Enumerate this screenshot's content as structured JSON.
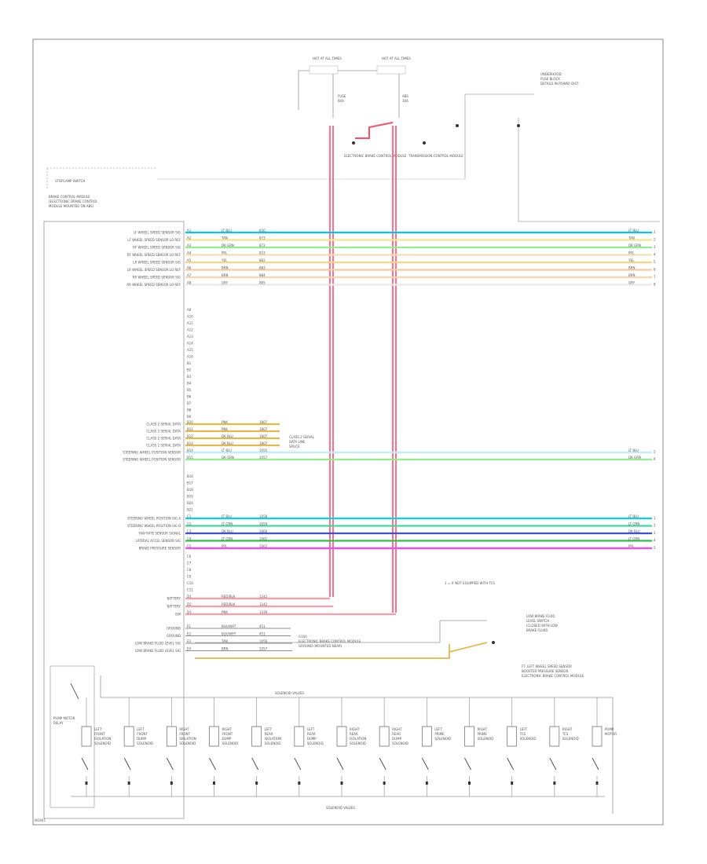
{
  "diagram": {
    "module_label": [
      "BRAKE CONTROL MODULE",
      "(ELECTRONIC BRAKE CONTROL",
      "MODULE MOUNTED ON ABS)"
    ],
    "top_fuse_labels": [
      "HOT AT ALL TIMES",
      "HOT AT ALL TIMES"
    ],
    "relay_label": [
      "UNDERHOOD",
      "FUSE BLOCK",
      "DETAILS IN POWER DIST."
    ],
    "fuse_1": [
      "FUSE",
      "60A"
    ],
    "fuse_2": [
      "ABS",
      "30A"
    ],
    "ground_labels": [
      "ELECTRONIC BRAKE CONTROL MODULE",
      "TRANSMISSION CONTROL MODULE"
    ],
    "stoplamp_switch": "STOPLAMP SWITCH",
    "footnote": "1 = IF NOT EQUIPPED WITH TCS",
    "brake_fluid_switch": [
      "LOW BRAKE FLUID",
      "LEVEL SWITCH",
      "(CLOSED WITH LOW",
      "BRAKE FLUID)"
    ],
    "front_sensor_label": [
      "FT. LEFT WHEEL SPEED SENSOR",
      "BOOSTER PRESSURE SENSOR",
      "ELECTRONIC BRAKE CONTROL MODULE"
    ],
    "solenoid_box_label": "SOLENOID VALVES",
    "left_pins": [
      {
        "label": "LF WHEEL SPEED SENSOR SIG",
        "pin": "A1",
        "wire": "LT BLU",
        "circuit": "830",
        "color": "#00c8e6"
      },
      {
        "label": "LF WHEEL SPEED SENSOR LO REF",
        "pin": "A2",
        "wire": "TAN",
        "circuit": "873",
        "color": "#f0e68c"
      },
      {
        "label": "RF WHEEL SPEED SENSOR SIG",
        "pin": "A3",
        "wire": "DK GRN",
        "circuit": "872",
        "color": "#90ee90"
      },
      {
        "label": "RF WHEEL SPEED SENSOR LO REF",
        "pin": "A4",
        "wire": "PPL",
        "circuit": "833",
        "color": "#f5deb3"
      },
      {
        "label": "LR WHEEL SPEED SENSOR SIG",
        "pin": "A5",
        "wire": "YEL",
        "circuit": "882",
        "color": "#ffd27f"
      },
      {
        "label": "LR WHEEL SPEED SENSOR LO REF",
        "pin": "A6",
        "wire": "BRN",
        "circuit": "883",
        "color": "#f7c9a0"
      },
      {
        "label": "RR WHEEL SPEED SENSOR SIG",
        "pin": "A7",
        "wire": "BRN",
        "circuit": "884",
        "color": "#f7d5b0"
      },
      {
        "label": "RR WHEEL SPEED SENSOR LO REF",
        "pin": "A8",
        "wire": "GRY",
        "circuit": "885",
        "color": "#e8e8e8"
      }
    ],
    "mid_pins": [
      {
        "label": "CLASS 2 SERIAL DATA",
        "pin": "B10",
        "wire": "PNK",
        "circuit": "1807",
        "color": "#e6b84a"
      },
      {
        "label": "CLASS 2 SERIAL DATA",
        "pin": "B11",
        "wire": "PNK",
        "circuit": "1807",
        "color": "#e6b84a"
      },
      {
        "label": "CLASS 2 SERIAL DATA",
        "pin": "B12",
        "wire": "DK BLU",
        "circuit": "1807",
        "color": "#e6b84a"
      },
      {
        "label": "CLASS 2 SERIAL DATA",
        "pin": "B13",
        "wire": "DK BLU",
        "circuit": "1807",
        "color": "#e6b84a"
      },
      {
        "label": "STEERING WHEEL POSITION SENSOR",
        "pin": "B14",
        "wire": "LT BLU",
        "circuit": "1055",
        "color": "#b9f0f5"
      },
      {
        "label": "STEERING WHEEL POSITION SENSOR",
        "pin": "B15",
        "wire": "DK GRN",
        "circuit": "1057",
        "color": "#90ee90"
      }
    ],
    "serial_data_label": [
      "CLASS 2 SERIAL",
      "DATA LINE",
      "SPLICE"
    ],
    "lower_pins": [
      {
        "label": "STEERING WHEEL POSITION SIG A",
        "pin": "C1",
        "wire": "LT BLU",
        "circuit": "1058",
        "color": "#00d4e8"
      },
      {
        "label": "STEERING WHEEL POSITION SIG B",
        "pin": "C2",
        "wire": "LT GRN",
        "circuit": "1059",
        "color": "#3fd9a0"
      },
      {
        "label": "YAW RATE SENSOR SIGNAL",
        "pin": "C3",
        "wire": "DK BLU",
        "circuit": "1060",
        "color": "#3c50d8"
      },
      {
        "label": "LATERAL ACCEL SENSOR SIG",
        "pin": "C4",
        "wire": "LT GRN",
        "circuit": "1061",
        "color": "#2fbf4f"
      },
      {
        "label": "BRAKE PRESSURE SENSOR",
        "pin": "C5",
        "wire": "PPL",
        "circuit": "1062",
        "color": "#ff40ff"
      }
    ],
    "power_pins": [
      {
        "label": "BATTERY",
        "pin": "D1",
        "wire": "RED/BLK",
        "circuit": "1242",
        "color": "#ff9aa8"
      },
      {
        "label": "BATTERY",
        "pin": "D2",
        "wire": "RED/BLK",
        "circuit": "1242",
        "color": "#ff9aa8"
      },
      {
        "label": "IGN",
        "pin": "D3",
        "wire": "PNK",
        "circuit": "1439",
        "color": "#ff9aa8"
      }
    ],
    "ground_pins": [
      {
        "label": "GROUND",
        "pin": "E1",
        "wire": "BLK/WHT",
        "circuit": "451"
      },
      {
        "label": "GROUND",
        "pin": "E2",
        "wire": "BLK/WHT",
        "circuit": "451"
      },
      {
        "label": "LOW BRAKE FLUID LEVEL SIG",
        "pin": "E3",
        "wire": "TAN",
        "circuit": "1056"
      },
      {
        "label": "LOW BRAKE FLUID LEVEL SIG",
        "pin": "E4",
        "wire": "BRN",
        "circuit": "1057"
      }
    ],
    "ground_note": [
      "G100",
      "ELECTRONIC BRAKE CONTROL MODULE",
      "GROUND (MOUNTED NEAR)"
    ],
    "solenoids": [
      {
        "label": [
          "LEFT",
          "FRONT",
          "ISOLATION",
          "SOLENOID"
        ]
      },
      {
        "label": [
          "LEFT",
          "FRONT",
          "DUMP",
          "SOLENOID"
        ]
      },
      {
        "label": [
          "RIGHT",
          "FRONT",
          "ISOLATION",
          "SOLENOID"
        ]
      },
      {
        "label": [
          "RIGHT",
          "FRONT",
          "DUMP",
          "SOLENOID"
        ]
      },
      {
        "label": [
          "LEFT",
          "REAR",
          "ISOLATION",
          "SOLENOID"
        ]
      },
      {
        "label": [
          "LEFT",
          "REAR",
          "DUMP",
          "SOLENOID"
        ]
      },
      {
        "label": [
          "RIGHT",
          "REAR",
          "ISOLATION",
          "SOLENOID"
        ]
      },
      {
        "label": [
          "RIGHT",
          "REAR",
          "DUMP",
          "SOLENOID"
        ]
      },
      {
        "label": [
          "LEFT",
          "PRIME",
          "SOLENOID",
          ""
        ]
      },
      {
        "label": [
          "RIGHT",
          "PRIME",
          "SOLENOID",
          ""
        ]
      },
      {
        "label": [
          "LEFT",
          "TCS",
          "SOLENOID",
          ""
        ]
      },
      {
        "label": [
          "RIGHT",
          "TCS",
          "SOLENOID",
          ""
        ]
      },
      {
        "label": [
          "PUMP",
          "MOTOR",
          "",
          ""
        ]
      }
    ],
    "solenoid_bottom_label": "SOLENOID VALVES",
    "relay_coil_label": [
      "PUMP MOTOR",
      "RELAY"
    ],
    "footer_code": "W2041"
  }
}
